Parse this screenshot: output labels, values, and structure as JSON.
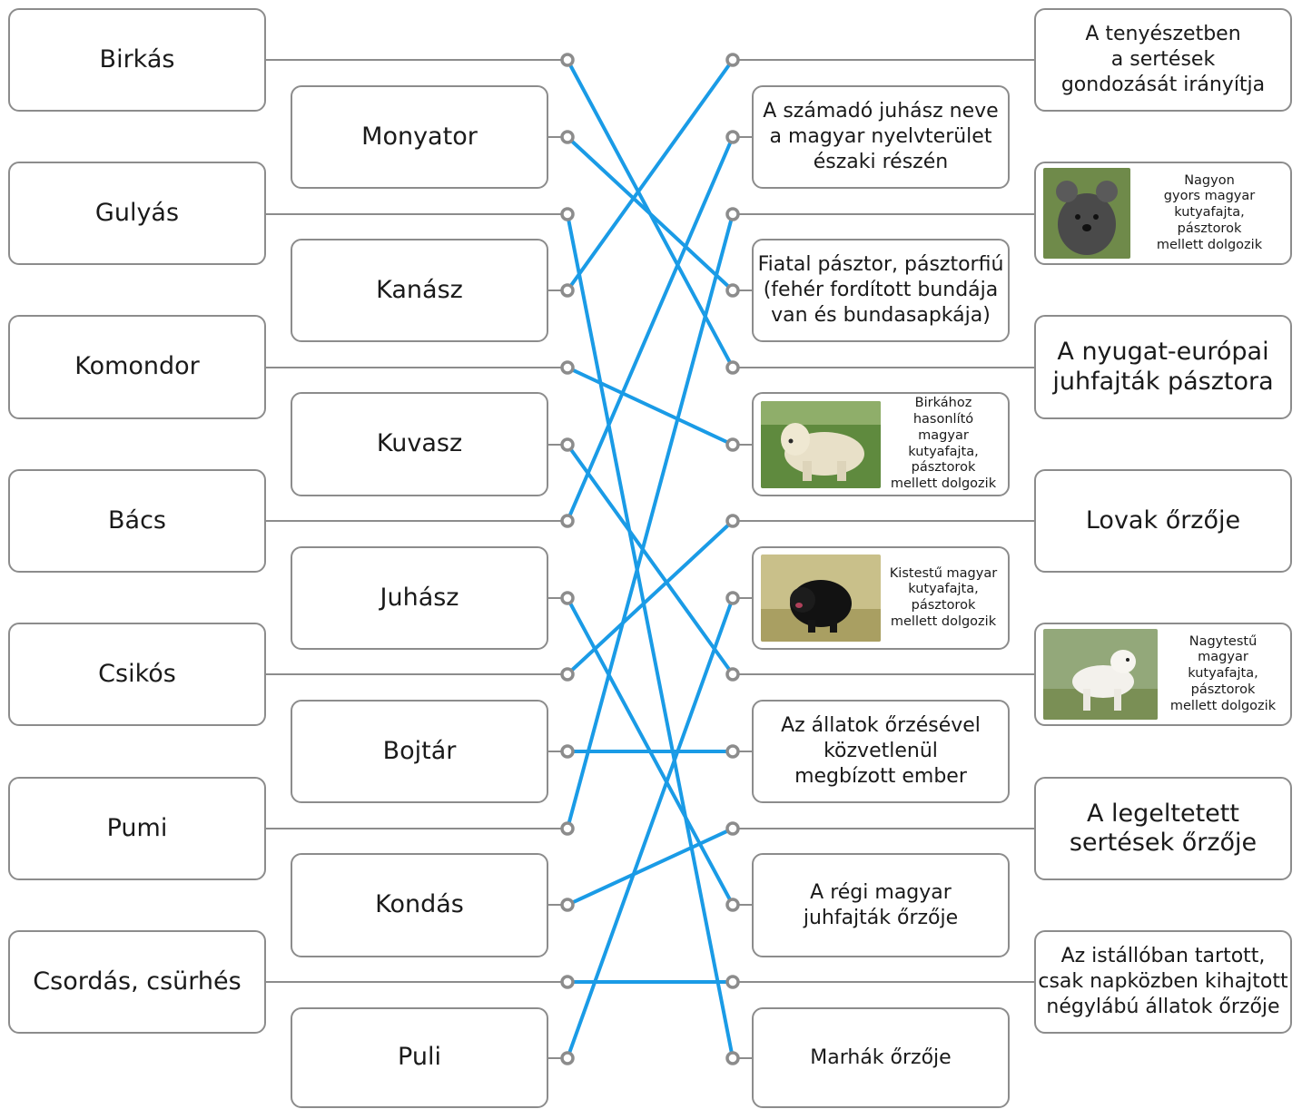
{
  "left_column": [
    {
      "label": "Birkás"
    },
    {
      "label": "Gulyás"
    },
    {
      "label": "Komondor"
    },
    {
      "label": "Bács"
    },
    {
      "label": "Csikós"
    },
    {
      "label": "Pumi"
    },
    {
      "label": "Csordás, csürhés"
    }
  ],
  "middle_left_column": [
    {
      "label": "Monyator"
    },
    {
      "label": "Kanász"
    },
    {
      "label": "Kuvasz"
    },
    {
      "label": "Juhász"
    },
    {
      "label": "Bojtár"
    },
    {
      "label": "Kondás"
    },
    {
      "label": "Puli"
    }
  ],
  "middle_right_column": [
    {
      "label": "A számadó juhász neve\na magyar nyelvterület\nészaki részén"
    },
    {
      "label": "Fiatal pásztor, pásztorfiú\n(fehér fordított bundája\nvan és bundasapkája)"
    },
    {
      "label": "Birkához\nhasonlító magyar\nkutyafajta,\npásztorok\nmellett dolgozik",
      "image": "komondor-dog-photo"
    },
    {
      "label": "Kistestű magyar\nkutyafajta,\npásztorok\nmellett dolgozik",
      "image": "puli-dog-photo"
    },
    {
      "label": "Az állatok őrzésével\nközvetlenül\nmegbízott ember"
    },
    {
      "label": "A régi magyar\njuhfajták őrzője"
    },
    {
      "label": "Marhák őrzője"
    }
  ],
  "right_column": [
    {
      "label": "A tenyészetben\na sertések\ngondozását irányítja"
    },
    {
      "label": "Nagyon\ngyors magyar\nkutyafajta,\npásztorok\nmellett dolgozik",
      "image": "pumi-dog-photo"
    },
    {
      "label": "A nyugat-európai\njuhfajták pásztora"
    },
    {
      "label": "Lovak őrzője"
    },
    {
      "label": "Nagytestű\nmagyar\nkutyafajta,\npásztorok\nmellett dolgozik",
      "image": "kuvasz-dog-photo"
    },
    {
      "label": "A legeltetett\nsertések őrzője"
    },
    {
      "label": "Az istállóban tartott,\ncsak napközben kihajtott\nnégylábú állatok őrzője"
    }
  ],
  "matches": [
    [
      "Birkás",
      "A nyugat-európai juhfajták pásztora"
    ],
    [
      "Monyator",
      "Fiatal pásztor, pásztorfiú"
    ],
    [
      "Gulyás",
      "Marhák őrzője"
    ],
    [
      "Kanász",
      "A tenyészetben a sertések gondozását irányítja"
    ],
    [
      "Komondor",
      "Birkához hasonlító magyar kutyafajta"
    ],
    [
      "Kuvasz",
      "Nagytestű magyar kutyafajta"
    ],
    [
      "Bács",
      "A számadó juhász neve"
    ],
    [
      "Juhász",
      "A régi magyar juhfajták őrzője"
    ],
    [
      "Csikós",
      "Lovak őrzője"
    ],
    [
      "Bojtár",
      "Az állatok őrzésével közvetlenül megbízott ember"
    ],
    [
      "Pumi",
      "Nagyon gyors magyar kutyafajta"
    ],
    [
      "Kondás",
      "A legeltetett sertések őrzője"
    ],
    [
      "Csordás, csürhés",
      "Az istállóban tartott négylábú állatok őrzője"
    ],
    [
      "Puli",
      "Kistestű magyar kutyafajta"
    ]
  ],
  "colors": {
    "match_line": "#1a9be6",
    "connector": "#8c8c8c",
    "card_border": "#8c8c8c"
  }
}
